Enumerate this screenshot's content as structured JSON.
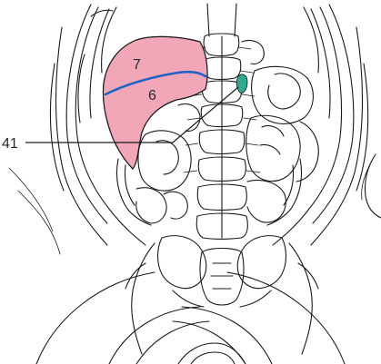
{
  "labels": {
    "segment_upper": "7",
    "segment_lower": "6",
    "pointer_number": "41"
  },
  "colors": {
    "liver_region": "#f2a7b9",
    "divider_line": "#1f63c4",
    "marked_structure": "#2fa98f",
    "outline": "#1a1a1a",
    "background": "#ffffff"
  }
}
